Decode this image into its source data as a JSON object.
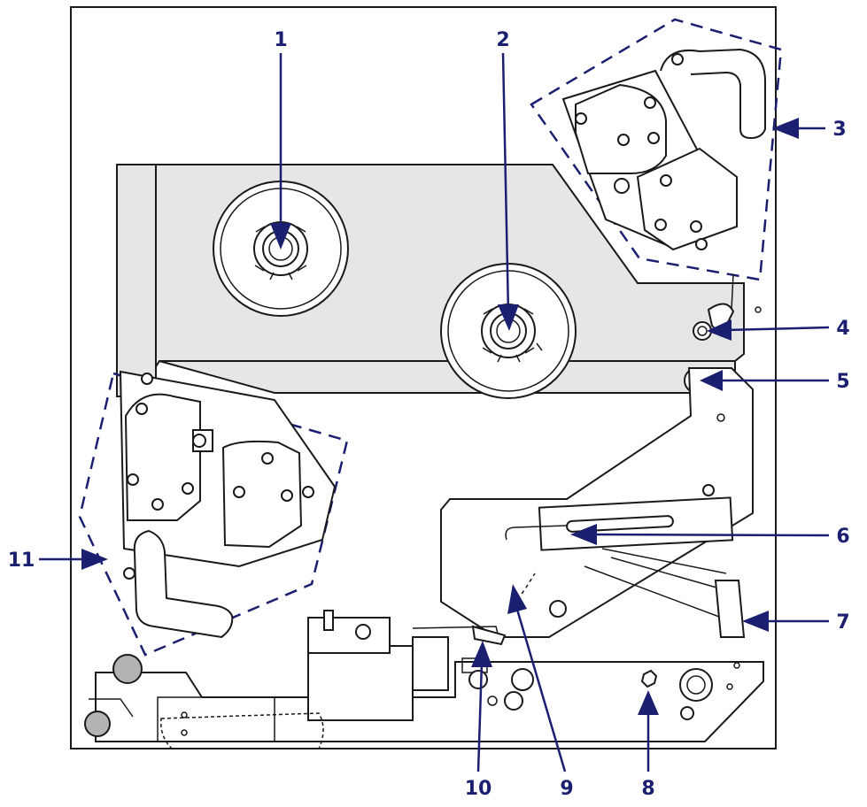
{
  "callouts": [
    {
      "id": "1",
      "label": "1"
    },
    {
      "id": "2",
      "label": "2"
    },
    {
      "id": "3",
      "label": "3"
    },
    {
      "id": "4",
      "label": "4"
    },
    {
      "id": "5",
      "label": "5"
    },
    {
      "id": "6",
      "label": "6"
    },
    {
      "id": "7",
      "label": "7"
    },
    {
      "id": "8",
      "label": "8"
    },
    {
      "id": "9",
      "label": "9"
    },
    {
      "id": "10",
      "label": "10"
    },
    {
      "id": "11",
      "label": "11"
    }
  ],
  "colors": {
    "callout": "#1a1f70",
    "outline": "#1a1a1a",
    "panel": "#e6e6e6",
    "background": "#ffffff"
  }
}
